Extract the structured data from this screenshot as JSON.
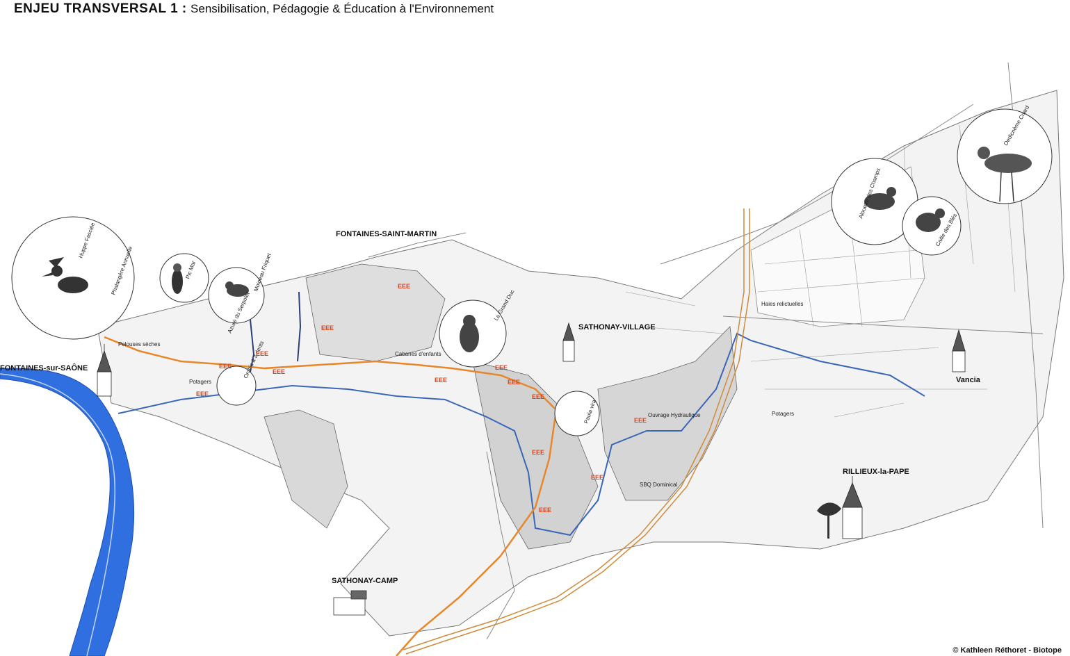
{
  "title": {
    "main": "ENJEU TRANSVERSAL 1 :",
    "subtitle": "Sensibilisation, Pédagogie & Éducation à l'Environnement"
  },
  "places": {
    "fontaines_saint_martin": "FONTAINES-SAINT-MARTIN",
    "sathonay_village": "SATHONAY-VILLAGE",
    "fontaines_sur_saone": "FONTAINES-sur-SAÔNE",
    "vancia": "Vancia",
    "rillieux": "RILLIEUX-la-PAPE",
    "sathonay_camp": "SATHONAY-CAMP"
  },
  "species": {
    "huppe": "Huppe Fasciée",
    "phalangere": "Phalangère Annuelle",
    "pic_mar": "Pic Mar",
    "moineau": "Moineau Friquet",
    "grand_duc": "Le Grand Duc",
    "alouette": "Alouette des Champs",
    "caille": "Caille des Blés",
    "oedicneme": "Oedicnème Criard",
    "azure": "Azuré du Serpolet",
    "orchis": "Orchis à 3 dents",
    "paula": "Paula vira"
  },
  "features": {
    "pelouses": "Pelouses sèches",
    "potagers_left": "Potagers",
    "cabanes": "Cabanes d'enfants",
    "haies": "Haies relictuelles",
    "ouvrage": "Ouvrage Hydraulique",
    "potagers_right": "Potagers",
    "sbq": "SBQ Dominical"
  },
  "eee_label": "EEE",
  "credit": "© Kathleen Réthoret - Biotope",
  "colors": {
    "eee": "#d9421b",
    "river": "#2f6fe0",
    "stream": "#3a66b8",
    "path": "#e8872a",
    "rail": "#cf8a3a"
  }
}
